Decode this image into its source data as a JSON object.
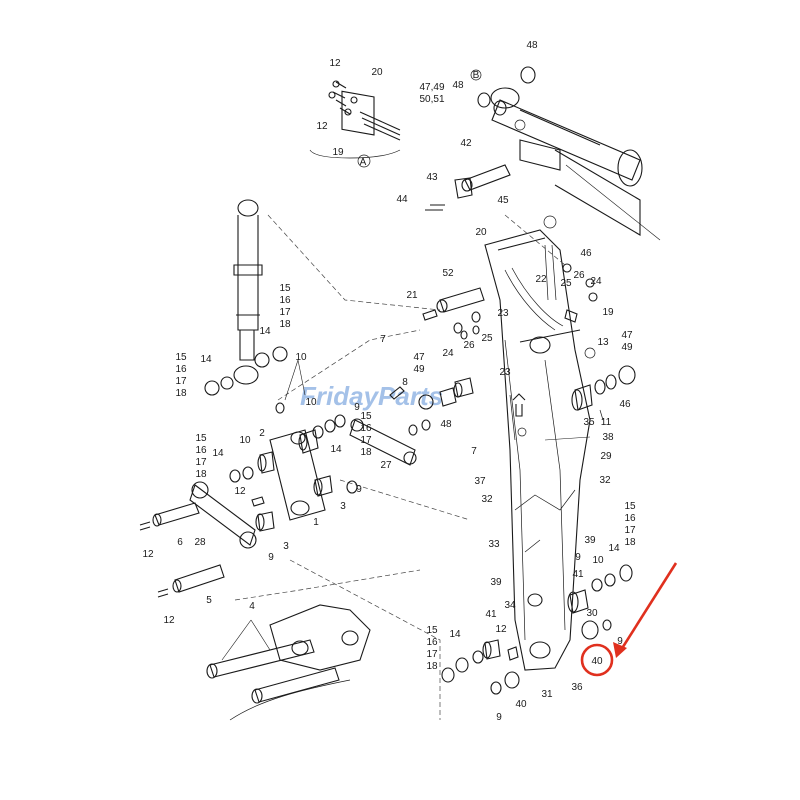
{
  "diagram": {
    "watermark": "FridayParts",
    "detail_view": "A",
    "view_marker_b": "B",
    "labels": [
      {
        "id": "l48a",
        "text": "48"
      },
      {
        "id": "l47_49",
        "text": "47,49"
      },
      {
        "id": "l50_51",
        "text": "50,51"
      },
      {
        "id": "l48b",
        "text": "48"
      },
      {
        "id": "l12a",
        "text": "12"
      },
      {
        "id": "l20a",
        "text": "20"
      },
      {
        "id": "l12b",
        "text": "12"
      },
      {
        "id": "l19a",
        "text": "19"
      },
      {
        "id": "l42",
        "text": "42"
      },
      {
        "id": "l43",
        "text": "43"
      },
      {
        "id": "l44",
        "text": "44"
      },
      {
        "id": "l45",
        "text": "45"
      },
      {
        "id": "l20b",
        "text": "20"
      },
      {
        "id": "l46a",
        "text": "46"
      },
      {
        "id": "l26a",
        "text": "26"
      },
      {
        "id": "l24a",
        "text": "24"
      },
      {
        "id": "l25a",
        "text": "25"
      },
      {
        "id": "l22",
        "text": "22"
      },
      {
        "id": "l52",
        "text": "52"
      },
      {
        "id": "l21",
        "text": "21"
      },
      {
        "id": "l19b",
        "text": "19"
      },
      {
        "id": "l13",
        "text": "13"
      },
      {
        "id": "l23a",
        "text": "23"
      },
      {
        "id": "l24b",
        "text": "24"
      },
      {
        "id": "l26b",
        "text": "26"
      },
      {
        "id": "l25b",
        "text": "25"
      },
      {
        "id": "l23b",
        "text": "23"
      },
      {
        "id": "l47a",
        "text": "47"
      },
      {
        "id": "l49a",
        "text": "49"
      },
      {
        "id": "l46b",
        "text": "46"
      },
      {
        "id": "l35",
        "text": "35"
      },
      {
        "id": "l11",
        "text": "11"
      },
      {
        "id": "l15a",
        "text": "15"
      },
      {
        "id": "l16a",
        "text": "16"
      },
      {
        "id": "l17a",
        "text": "17"
      },
      {
        "id": "l18a",
        "text": "18"
      },
      {
        "id": "l14a",
        "text": "14"
      },
      {
        "id": "l15b",
        "text": "15"
      },
      {
        "id": "l16b",
        "text": "16"
      },
      {
        "id": "l17b",
        "text": "17"
      },
      {
        "id": "l18b",
        "text": "18"
      },
      {
        "id": "l14b",
        "text": "14"
      },
      {
        "id": "l10a",
        "text": "10"
      },
      {
        "id": "l7a",
        "text": "7"
      },
      {
        "id": "l47b",
        "text": "47"
      },
      {
        "id": "l49b",
        "text": "49"
      },
      {
        "id": "l8",
        "text": "8"
      },
      {
        "id": "l9a",
        "text": "9"
      },
      {
        "id": "l10b",
        "text": "10"
      },
      {
        "id": "l15c",
        "text": "15"
      },
      {
        "id": "l16c",
        "text": "16"
      },
      {
        "id": "l17c",
        "text": "17"
      },
      {
        "id": "l18c",
        "text": "18"
      },
      {
        "id": "l14c",
        "text": "14"
      },
      {
        "id": "l27",
        "text": "27"
      },
      {
        "id": "l48c",
        "text": "48"
      },
      {
        "id": "l7b",
        "text": "7"
      },
      {
        "id": "l38",
        "text": "38"
      },
      {
        "id": "l29",
        "text": "29"
      },
      {
        "id": "l37",
        "text": "37"
      },
      {
        "id": "l32a",
        "text": "32"
      },
      {
        "id": "l32b",
        "text": "32"
      },
      {
        "id": "l15d",
        "text": "15"
      },
      {
        "id": "l16d",
        "text": "16"
      },
      {
        "id": "l17d",
        "text": "17"
      },
      {
        "id": "l18d",
        "text": "18"
      },
      {
        "id": "l14d",
        "text": "14"
      },
      {
        "id": "l10c",
        "text": "10"
      },
      {
        "id": "l2",
        "text": "2"
      },
      {
        "id": "l12c",
        "text": "12"
      },
      {
        "id": "l9b",
        "text": "9"
      },
      {
        "id": "l3a",
        "text": "3"
      },
      {
        "id": "l1",
        "text": "1"
      },
      {
        "id": "l6",
        "text": "6"
      },
      {
        "id": "l28",
        "text": "28"
      },
      {
        "id": "l3b",
        "text": "3"
      },
      {
        "id": "l9c",
        "text": "9"
      },
      {
        "id": "l12d",
        "text": "12"
      },
      {
        "id": "l5",
        "text": "5"
      },
      {
        "id": "l12e",
        "text": "12"
      },
      {
        "id": "l4",
        "text": "4"
      },
      {
        "id": "l33",
        "text": "33"
      },
      {
        "id": "l39a",
        "text": "39"
      },
      {
        "id": "l39b",
        "text": "39"
      },
      {
        "id": "l41a",
        "text": "41"
      },
      {
        "id": "l10d",
        "text": "10"
      },
      {
        "id": "l9d",
        "text": "9"
      },
      {
        "id": "l14e",
        "text": "14"
      },
      {
        "id": "l15e",
        "text": "15"
      },
      {
        "id": "l16e",
        "text": "16"
      },
      {
        "id": "l17e",
        "text": "17"
      },
      {
        "id": "l18e",
        "text": "18"
      },
      {
        "id": "l34",
        "text": "34"
      },
      {
        "id": "l30",
        "text": "30"
      },
      {
        "id": "l9e",
        "text": "9"
      },
      {
        "id": "l40a",
        "text": "40"
      },
      {
        "id": "l36",
        "text": "36"
      },
      {
        "id": "l31",
        "text": "31"
      },
      {
        "id": "l15f",
        "text": "15"
      },
      {
        "id": "l16f",
        "text": "16"
      },
      {
        "id": "l17f",
        "text": "17"
      },
      {
        "id": "l18f",
        "text": "18"
      },
      {
        "id": "l14f",
        "text": "14"
      },
      {
        "id": "l41b",
        "text": "41"
      },
      {
        "id": "l12f",
        "text": "12"
      },
      {
        "id": "l9f",
        "text": "9"
      },
      {
        "id": "l40b",
        "text": "40"
      }
    ],
    "highlight": {
      "label_id": "l40a",
      "color": "#e0301e"
    },
    "ink_color": "#1a1a1a"
  }
}
